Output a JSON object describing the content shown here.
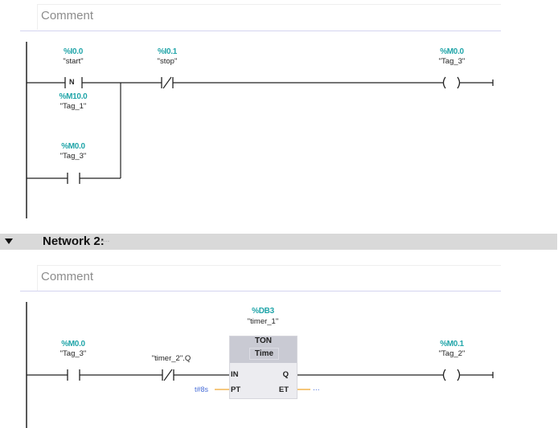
{
  "networks": [
    {
      "comment_placeholder": "Comment",
      "elements": {
        "contact_start": {
          "type": "negative-edge-contact",
          "address": "%I0.0",
          "symbol": "\"start\"",
          "edge_label": "N",
          "edge_address": "%M10.0",
          "edge_symbol": "\"Tag_1\""
        },
        "contact_stop": {
          "type": "normally-closed-contact",
          "address": "%I0.1",
          "symbol": "\"stop\""
        },
        "contact_hold": {
          "type": "normally-open-contact",
          "address": "%M0.0",
          "symbol": "\"Tag_3\""
        },
        "coil": {
          "type": "coil",
          "address": "%M0.0",
          "symbol": "\"Tag_3\""
        }
      }
    },
    {
      "header": {
        "title": "Network 2:",
        "title_placeholder": "....."
      },
      "comment_placeholder": "Comment",
      "elements": {
        "contact_tag3": {
          "type": "normally-open-contact",
          "address": "%M0.0",
          "symbol": "\"Tag_3\""
        },
        "contact_timer2": {
          "type": "normally-closed-contact",
          "symbol": "\"timer_2\".Q"
        },
        "timer": {
          "instance_address": "%DB3",
          "instance_symbol": "\"timer_1\"",
          "type": "TON",
          "subtype": "Time",
          "pins": {
            "in": "IN",
            "pt": "PT",
            "q": "Q",
            "et": "ET"
          },
          "pt_value": "t#8s",
          "et_value": "..."
        },
        "coil": {
          "type": "coil",
          "address": "%M0.1",
          "symbol": "\"Tag_2\""
        }
      }
    }
  ],
  "colors": {
    "address": "#21a5a9",
    "constant": "#4a6fd8",
    "wire": "#222222",
    "time_wire": "#f0a830",
    "header_bg": "#d9d9d9"
  }
}
